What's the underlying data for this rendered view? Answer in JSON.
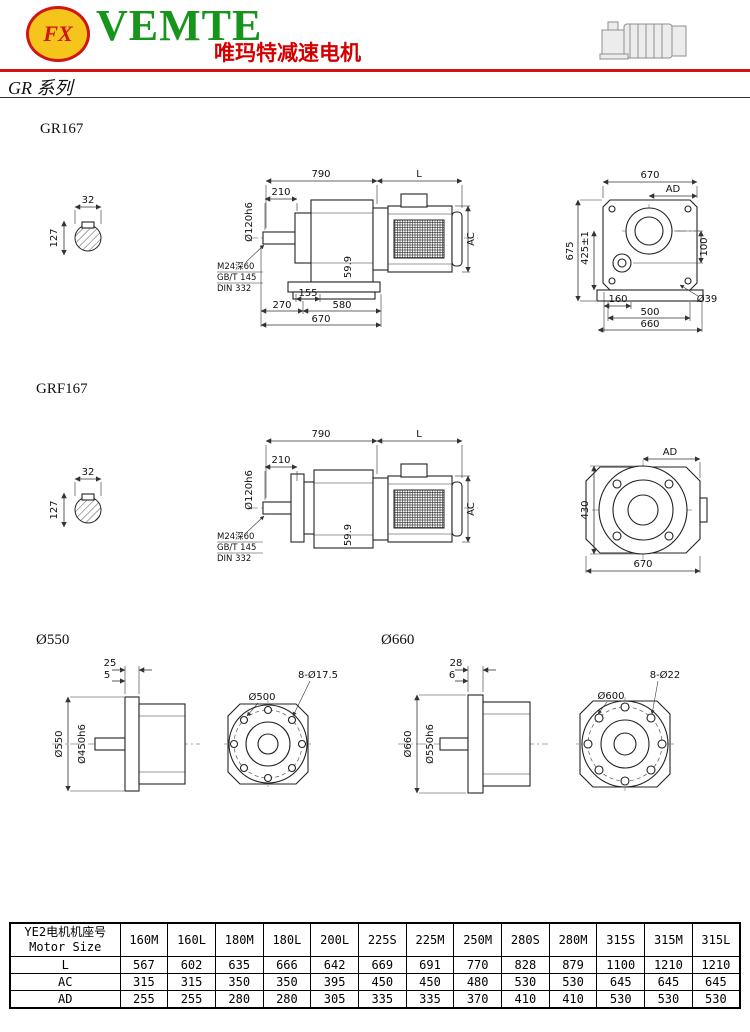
{
  "header": {
    "logo_text": "FX",
    "brand": "VEMTE",
    "subtitle": "唯玛特减速电机",
    "series_title": "GR 系列"
  },
  "sections": {
    "gr167": {
      "title": "GR167",
      "side": {
        "len_total": "790",
        "len_motor": "L",
        "shaft_len": "210",
        "shaft_dia": "Ø120h6",
        "key_width": "32",
        "key_height": "127",
        "tap_note1": "M24深60",
        "tap_note2": "GB/T 145",
        "tap_note3": "DIN 332",
        "dim_599": "59.9",
        "foot_155": "155",
        "foot_270": "270",
        "foot_580": "580",
        "foot_670": "670",
        "dim_ac": "AC"
      },
      "front": {
        "width_670": "670",
        "dim_ad": "AD",
        "height_675": "675",
        "height_425": "425±1",
        "dim_100": "100",
        "foot_160": "160",
        "foot_500": "500",
        "foot_660": "660",
        "bore_d39": "Ø39"
      }
    },
    "grf167": {
      "title": "GRF167",
      "side": {
        "len_total": "790",
        "len_motor": "L",
        "shaft_len": "210",
        "shaft_dia": "Ø120h6",
        "key_width": "32",
        "key_height": "127",
        "tap_note1": "M24深60",
        "tap_note2": "GB/T 145",
        "tap_note3": "DIN 332",
        "dim_599": "59.9",
        "dim_ac": "AC"
      },
      "front": {
        "dim_ad": "AD",
        "height_430": "430",
        "width_670": "670"
      }
    },
    "flange550": {
      "title": "Ø550",
      "thickness_25": "25",
      "step_5": "5",
      "outer_dia": "Ø550",
      "spigot_dia": "Ø450h6",
      "bolt_circle": "Ø500",
      "holes": "8-Ø17.5"
    },
    "flange660": {
      "title": "Ø660",
      "thickness_28": "28",
      "step_6": "6",
      "outer_dia": "Ø660",
      "spigot_dia": "Ø550h6",
      "bolt_circle": "Ø600",
      "holes": "8-Ø22"
    }
  },
  "table": {
    "header_cn": "YE2电机机座号",
    "header_en": "Motor Size",
    "columns": [
      "160M",
      "160L",
      "180M",
      "180L",
      "200L",
      "225S",
      "225M",
      "250M",
      "280S",
      "280M",
      "315S",
      "315M",
      "315L"
    ],
    "rows": [
      {
        "label": "L",
        "values": [
          "567",
          "602",
          "635",
          "666",
          "642",
          "669",
          "691",
          "770",
          "828",
          "879",
          "1100",
          "1210",
          "1210"
        ]
      },
      {
        "label": "AC",
        "values": [
          "315",
          "315",
          "350",
          "350",
          "395",
          "450",
          "450",
          "480",
          "530",
          "530",
          "645",
          "645",
          "645"
        ]
      },
      {
        "label": "AD",
        "values": [
          "255",
          "255",
          "280",
          "280",
          "305",
          "335",
          "335",
          "370",
          "410",
          "410",
          "530",
          "530",
          "530"
        ]
      }
    ]
  }
}
